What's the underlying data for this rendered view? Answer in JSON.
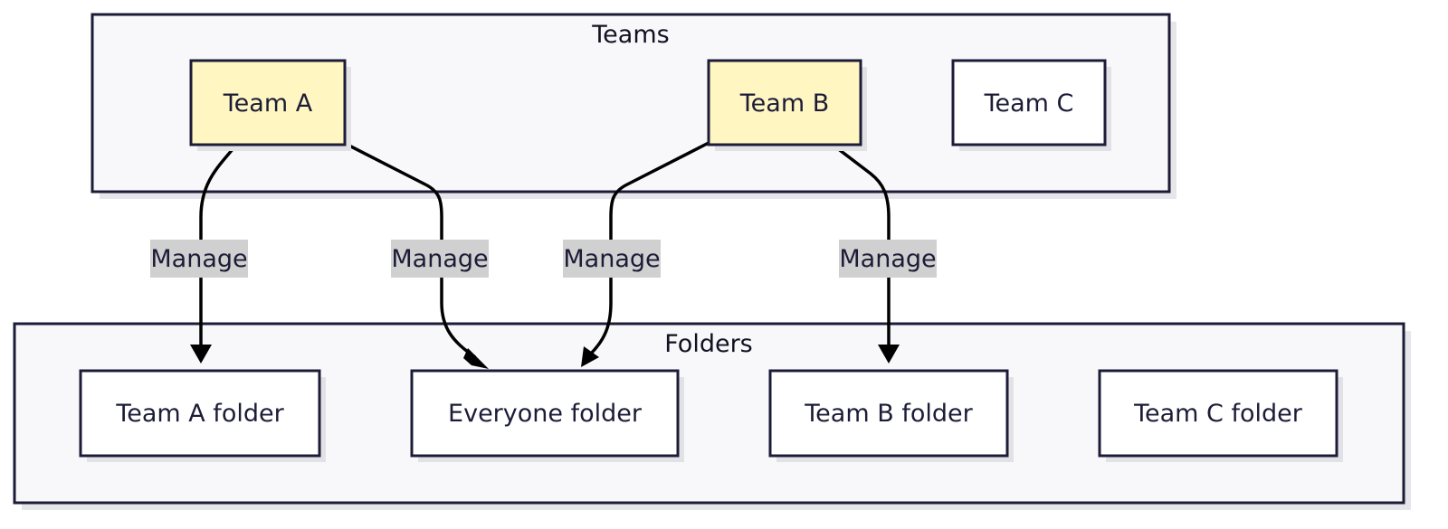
{
  "groups": {
    "teams": {
      "title": "Teams"
    },
    "folders": {
      "title": "Folders"
    }
  },
  "nodes": {
    "team_a": {
      "label": "Team A",
      "fill": "#fff6c2"
    },
    "team_b": {
      "label": "Team B",
      "fill": "#fff6c2"
    },
    "team_c": {
      "label": "Team C",
      "fill": "#ffffff"
    },
    "team_a_folder": {
      "label": "Team A folder"
    },
    "everyone_folder": {
      "label": "Everyone folder"
    },
    "team_b_folder": {
      "label": "Team B folder"
    },
    "team_c_folder": {
      "label": "Team C folder"
    }
  },
  "edges": [
    {
      "from": "Team A",
      "to": "Team A folder",
      "label": "Manage"
    },
    {
      "from": "Team A",
      "to": "Everyone folder",
      "label": "Manage"
    },
    {
      "from": "Team B",
      "to": "Everyone folder",
      "label": "Manage"
    },
    {
      "from": "Team B",
      "to": "Team B folder",
      "label": "Manage"
    }
  ],
  "colors": {
    "stroke": "#1c1c38",
    "highlight": "#fff6c2",
    "group_fill": "#f8f8fb",
    "edge_label_bg": "#d0d0d0"
  }
}
